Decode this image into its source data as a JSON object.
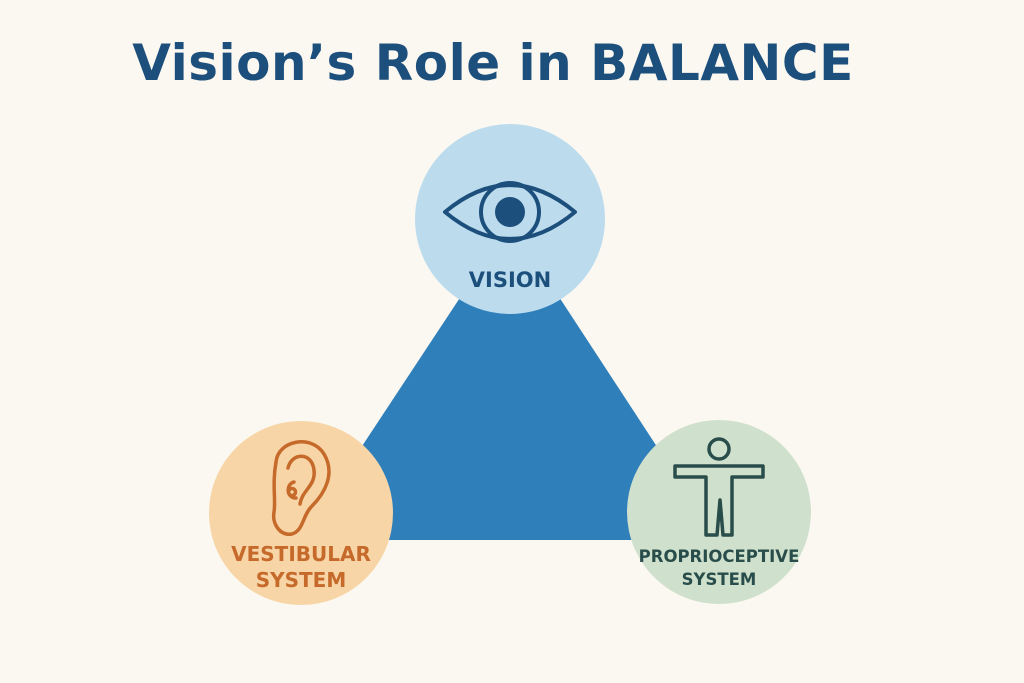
{
  "title": "Vision’s Role in BALANCE",
  "colors": {
    "background": "#fbf8f1",
    "title": "#1d4f7c",
    "triangle": "#2f7fbb",
    "vision_fill": "#bcdcee",
    "vision_ink": "#1d4f7c",
    "vestibular_fill": "#f8d5a6",
    "vestibular_ink": "#c56a2a",
    "proprio_fill": "#cfe0cc",
    "proprio_ink": "#284d4a"
  },
  "nodes": {
    "vision": {
      "label": "VISION",
      "icon": "eye-icon"
    },
    "vestibular": {
      "label_line1": "VESTIBULAR",
      "label_line2": "SYSTEM",
      "icon": "ear-icon"
    },
    "proprioceptive": {
      "label_line1": "PROPRIOCEPTIVE",
      "label_line2": "SYSTEM",
      "icon": "person-icon"
    }
  }
}
